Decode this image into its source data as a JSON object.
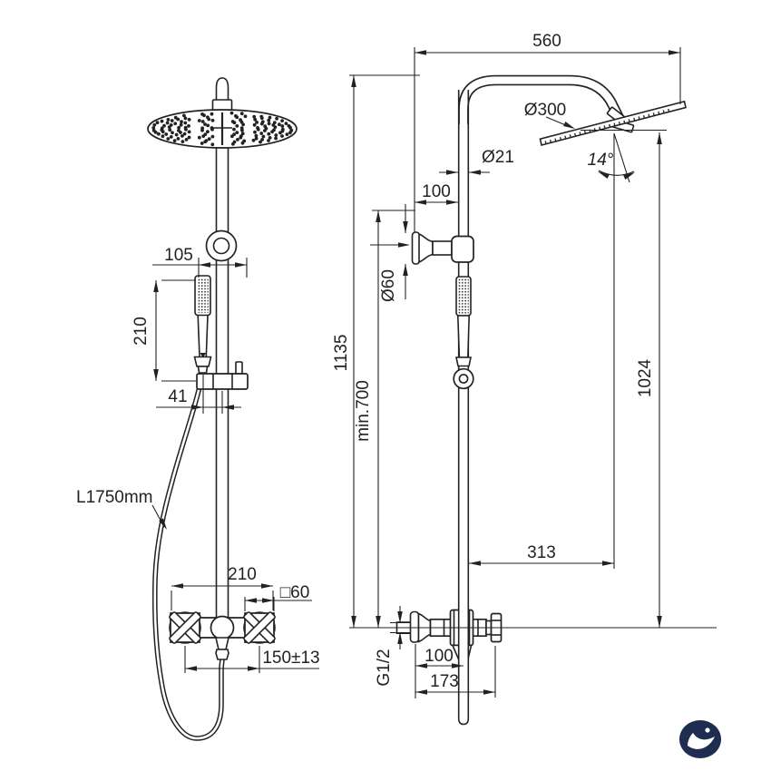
{
  "colors": {
    "background": "#ffffff",
    "line": "#222222",
    "logo": "#1e2d50"
  },
  "brand": {
    "logo_icon": "brand-logo"
  },
  "dims": {
    "handspray_offset": "105",
    "handspray_length": "210",
    "hose_rail_offset": "41",
    "hose_length": "L1750mm",
    "valve_width": "210",
    "handle_size": "□60",
    "inlet_centers": "150±13",
    "arm_reach": "560",
    "head_diameter": "Ø300",
    "pipe_diameter": "Ø21",
    "wall_to_pipe_top": "100",
    "bracket_diameter": "Ø60",
    "min_rail": "min.700",
    "total_height": "1135",
    "head_offset": "313",
    "head_height": "1024",
    "head_angle": "14°",
    "thread": "G1/2",
    "wall_to_pipe_bottom": "100",
    "valve_depth": "173"
  }
}
